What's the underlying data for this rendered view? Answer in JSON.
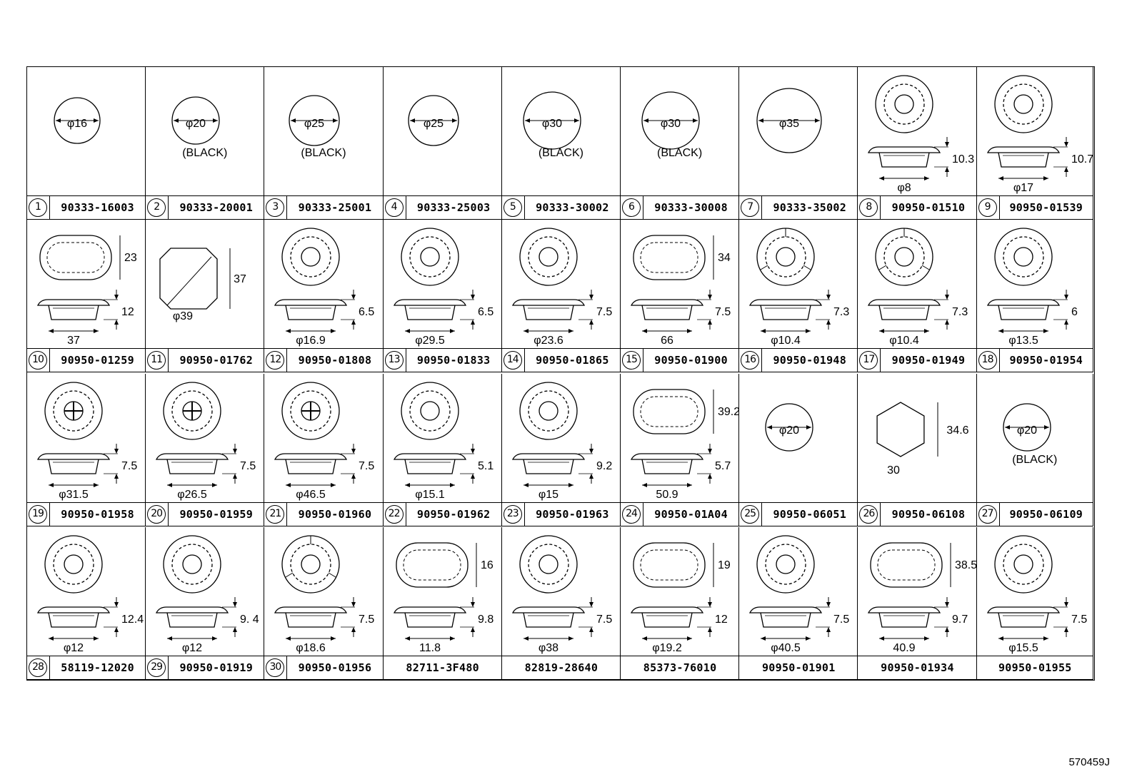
{
  "parts": [
    {
      "no": "1",
      "part_number": "90333-16003",
      "icon": "plug-disc-icon",
      "dims": [
        "φ16"
      ],
      "note": ""
    },
    {
      "no": "2",
      "part_number": "90333-20001",
      "icon": "plug-disc-icon",
      "dims": [
        "φ20"
      ],
      "note": "(BLACK)"
    },
    {
      "no": "3",
      "part_number": "90333-25001",
      "icon": "plug-disc-icon",
      "dims": [
        "φ25"
      ],
      "note": "(BLACK)"
    },
    {
      "no": "4",
      "part_number": "90333-25003",
      "icon": "plug-disc-icon",
      "dims": [
        "φ25"
      ],
      "note": ""
    },
    {
      "no": "5",
      "part_number": "90333-30002",
      "icon": "plug-disc-icon",
      "dims": [
        "φ30"
      ],
      "note": "(BLACK)"
    },
    {
      "no": "6",
      "part_number": "90333-30008",
      "icon": "plug-disc-icon",
      "dims": [
        "φ30"
      ],
      "note": "(BLACK)"
    },
    {
      "no": "7",
      "part_number": "90333-35002",
      "icon": "plug-disc-icon",
      "dims": [
        "φ35"
      ],
      "note": ""
    },
    {
      "no": "8",
      "part_number": "90950-01510",
      "icon": "cap-plug-icon",
      "dims": [
        "10.3",
        "φ8"
      ],
      "note": ""
    },
    {
      "no": "9",
      "part_number": "90950-01539",
      "icon": "cap-plug-icon",
      "dims": [
        "10.7",
        "φ17"
      ],
      "note": ""
    },
    {
      "no": "10",
      "part_number": "90950-01259",
      "icon": "oval-grommet-icon",
      "dims": [
        "23",
        "12",
        "37"
      ],
      "note": ""
    },
    {
      "no": "11",
      "part_number": "90950-01762",
      "icon": "octagon-plug-icon",
      "dims": [
        "37",
        "φ39"
      ],
      "note": ""
    },
    {
      "no": "12",
      "part_number": "90950-01808",
      "icon": "round-grommet-icon",
      "dims": [
        "6.5",
        "φ16.9"
      ],
      "note": ""
    },
    {
      "no": "13",
      "part_number": "90950-01833",
      "icon": "round-grommet-icon",
      "dims": [
        "6.5",
        "φ29.5"
      ],
      "note": ""
    },
    {
      "no": "14",
      "part_number": "90950-01865",
      "icon": "round-grommet-icon",
      "dims": [
        "7.5",
        "φ23.6"
      ],
      "note": ""
    },
    {
      "no": "15",
      "part_number": "90950-01900",
      "icon": "oval-grommet-icon",
      "dims": [
        "34",
        "7.5",
        "66"
      ],
      "note": ""
    },
    {
      "no": "16",
      "part_number": "90950-01948",
      "icon": "split-grommet-icon",
      "dims": [
        "7.3",
        "φ10.4"
      ],
      "note": ""
    },
    {
      "no": "17",
      "part_number": "90950-01949",
      "icon": "split-grommet-icon",
      "dims": [
        "7.3",
        "φ10.4"
      ],
      "note": ""
    },
    {
      "no": "18",
      "part_number": "90950-01954",
      "icon": "round-grommet-icon",
      "dims": [
        "6",
        "φ13.5"
      ],
      "note": ""
    },
    {
      "no": "19",
      "part_number": "90950-01958",
      "icon": "cross-grommet-icon",
      "dims": [
        "7.5",
        "φ31.5"
      ],
      "note": ""
    },
    {
      "no": "20",
      "part_number": "90950-01959",
      "icon": "cross-grommet-icon",
      "dims": [
        "7.5",
        "φ26.5"
      ],
      "note": ""
    },
    {
      "no": "21",
      "part_number": "90950-01960",
      "icon": "cross-grommet-icon",
      "dims": [
        "7.5",
        "φ46.5"
      ],
      "note": ""
    },
    {
      "no": "22",
      "part_number": "90950-01962",
      "icon": "clip-grommet-icon",
      "dims": [
        "5.1",
        "φ15.1"
      ],
      "note": ""
    },
    {
      "no": "23",
      "part_number": "90950-01963",
      "icon": "cap-plug-icon",
      "dims": [
        "9.2",
        "φ15"
      ],
      "note": ""
    },
    {
      "no": "24",
      "part_number": "90950-01A04",
      "icon": "oval-grommet-icon",
      "dims": [
        "39.2",
        "5.7",
        "50.9"
      ],
      "note": ""
    },
    {
      "no": "25",
      "part_number": "90950-06051",
      "icon": "plug-disc-icon",
      "dims": [
        "φ20"
      ],
      "note": ""
    },
    {
      "no": "26",
      "part_number": "90950-06108",
      "icon": "hexagon-plug-icon",
      "dims": [
        "34.6",
        "30"
      ],
      "note": ""
    },
    {
      "no": "27",
      "part_number": "90950-06109",
      "icon": "plug-disc-icon",
      "dims": [
        "φ20"
      ],
      "note": "(BLACK)"
    },
    {
      "no": "28",
      "part_number": "58119-12020",
      "icon": "cap-plug-icon",
      "dims": [
        "12.4",
        "φ12"
      ],
      "note": ""
    },
    {
      "no": "29",
      "part_number": "90950-01919",
      "icon": "star-grommet-icon",
      "dims": [
        "9. 4",
        "φ12"
      ],
      "note": ""
    },
    {
      "no": "30",
      "part_number": "90950-01956",
      "icon": "split-grommet-icon",
      "dims": [
        "7.5",
        "φ18.6"
      ],
      "note": ""
    },
    {
      "no": "",
      "part_number": "82711-3F480",
      "icon": "clamp-icon",
      "dims": [
        "16",
        "9.8",
        "11.8"
      ],
      "note": ""
    },
    {
      "no": "",
      "part_number": "82819-28640",
      "icon": "round-grommet-icon",
      "dims": [
        "7.5",
        "φ38"
      ],
      "note": ""
    },
    {
      "no": "",
      "part_number": "85373-76010",
      "icon": "oval-plug-icon",
      "dims": [
        "19",
        "12",
        "φ19.2"
      ],
      "note": ""
    },
    {
      "no": "",
      "part_number": "90950-01901",
      "icon": "round-grommet-icon",
      "dims": [
        "7.5",
        "φ40.5"
      ],
      "note": ""
    },
    {
      "no": "",
      "part_number": "90950-01934",
      "icon": "oval-grommet-icon",
      "dims": [
        "38.5",
        "9.7",
        "40.9"
      ],
      "note": ""
    },
    {
      "no": "",
      "part_number": "90950-01955",
      "icon": "round-grommet-icon",
      "dims": [
        "7.5",
        "φ15.5"
      ],
      "note": ""
    }
  ],
  "footer_code": "570459J"
}
